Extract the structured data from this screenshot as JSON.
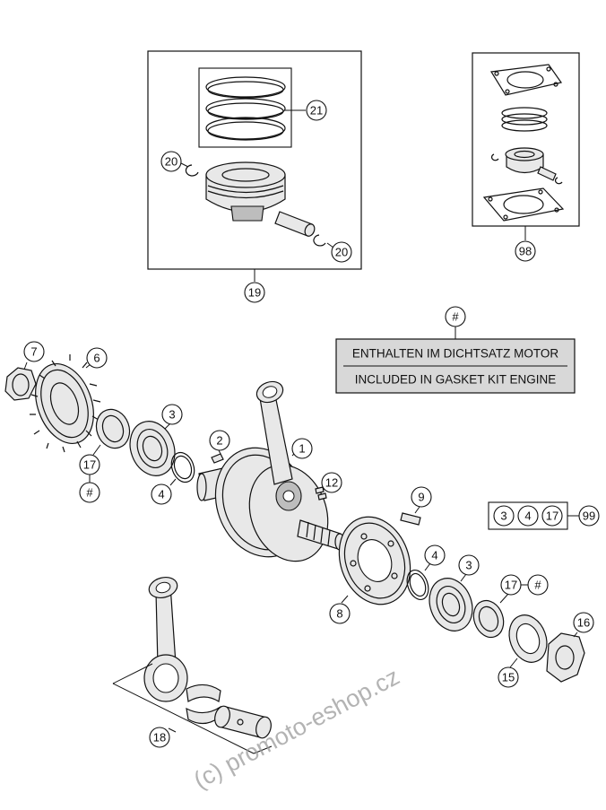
{
  "callouts": {
    "c1": "1",
    "c2": "2",
    "c3a": "3",
    "c3b": "3",
    "c4a": "4",
    "c4b": "4",
    "c6": "6",
    "c7": "7",
    "c8": "8",
    "c9": "9",
    "c12": "12",
    "c15": "15",
    "c16": "16",
    "c17a": "17",
    "c17b": "17",
    "c18": "18",
    "c19": "19",
    "c20a": "20",
    "c20b": "20",
    "c21": "21",
    "c98": "98",
    "c99": "99",
    "hash_top": "#",
    "hash_left": "#",
    "hash_right": "#"
  },
  "kit_group": {
    "items": [
      "3",
      "4",
      "17"
    ],
    "ref": "99"
  },
  "gasket_note": {
    "line_de": "ENTHALTEN IM DICHTSATZ MOTOR",
    "line_en": "INCLUDED IN GASKET KIT ENGINE"
  },
  "watermark": "(c) promoto-eshop.cz"
}
